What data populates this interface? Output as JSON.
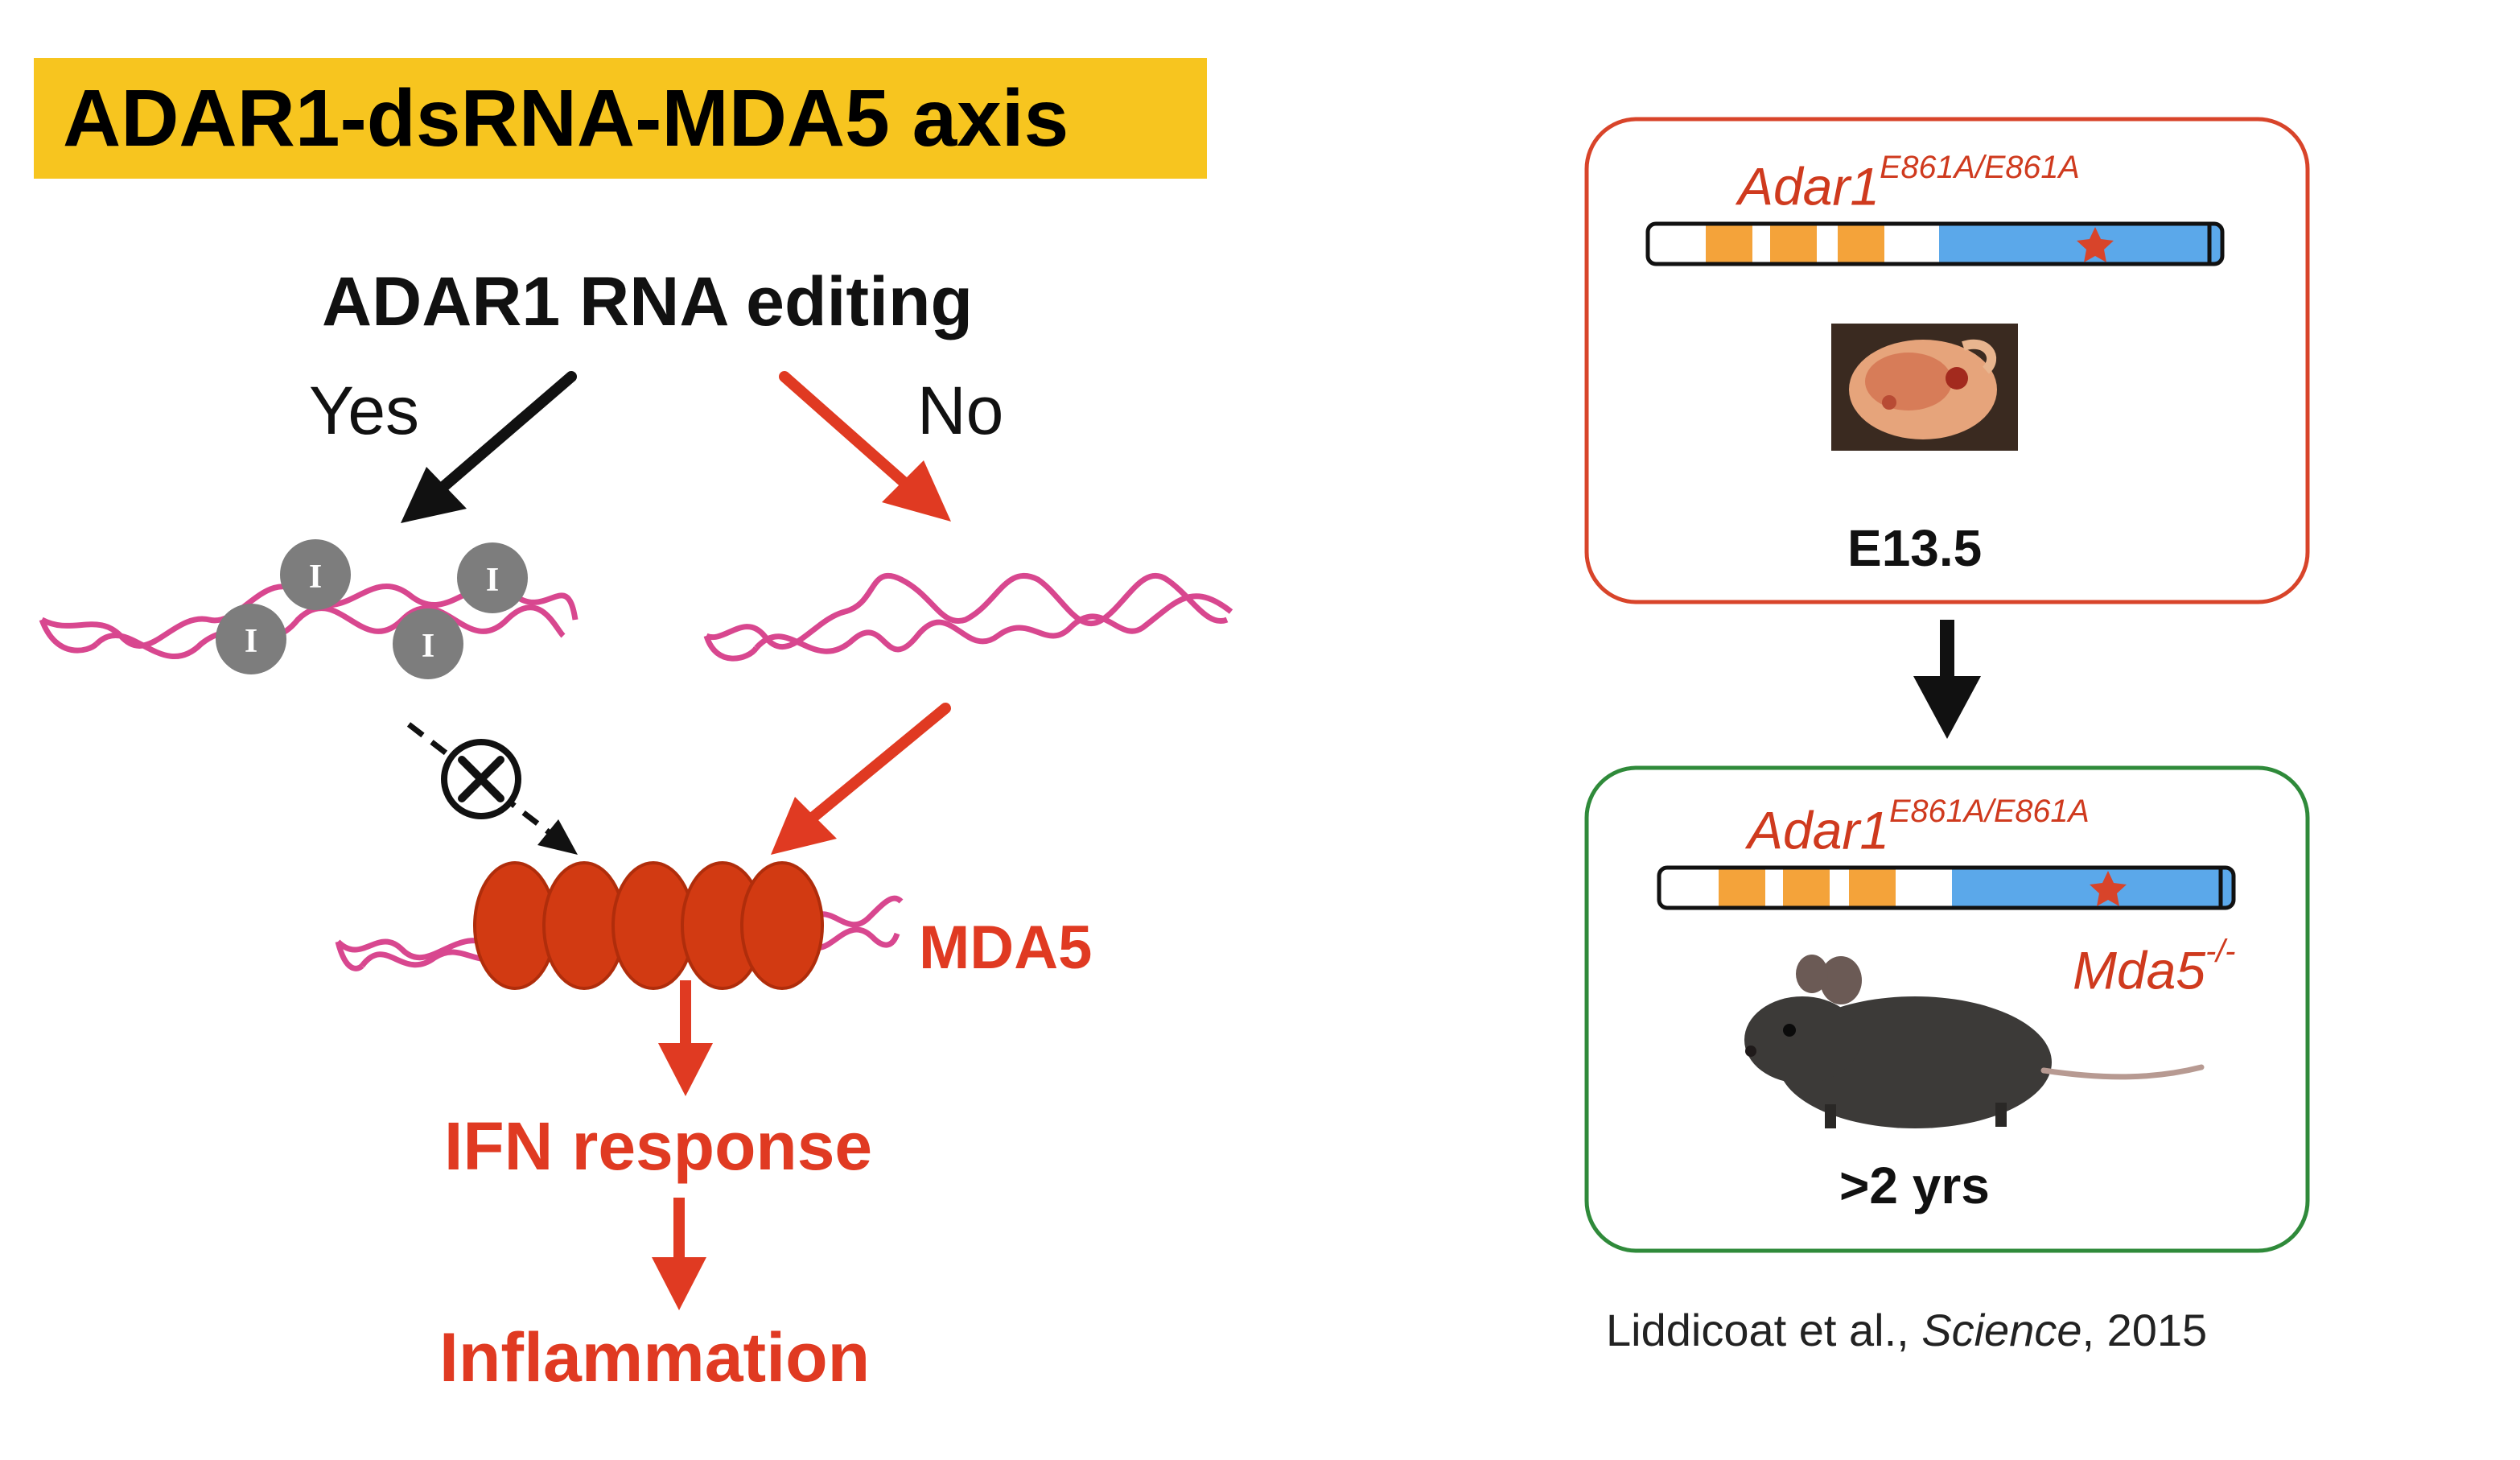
{
  "title": "ADAR1-dsRNA-MDA5 axis",
  "flow": {
    "top_label": "ADAR1 RNA editing",
    "yes_label": "Yes",
    "no_label": "No",
    "inosine_marker": "I",
    "mda5_label": "MDA5",
    "ifn_label": "IFN response",
    "inflammation_label": "Inflammation"
  },
  "panels": {
    "top": {
      "gene_name": "Adar1",
      "gene_superscript": "E861A/E861A",
      "outcome": "E13.5",
      "border_color": "#d8442a"
    },
    "bottom": {
      "gene_name": "Adar1",
      "gene_superscript": "E861A/E861A",
      "second_gene": "Mda5",
      "second_superscript": "-/-",
      "outcome": ">2 yrs",
      "border_color": "#2f8a3a"
    }
  },
  "citation": {
    "authors": "Liddicoat et al., ",
    "journal": "Science",
    "year": ", 2015"
  },
  "colors": {
    "title_bg": "#f7c51f",
    "accent_red": "#e03a22",
    "mda5_red": "#d23a12",
    "rna_pink": "#d8478f",
    "inosine_grey": "#7d7d7d",
    "domain_orange": "#f4a33a",
    "domain_blue": "#5ba8ea"
  }
}
